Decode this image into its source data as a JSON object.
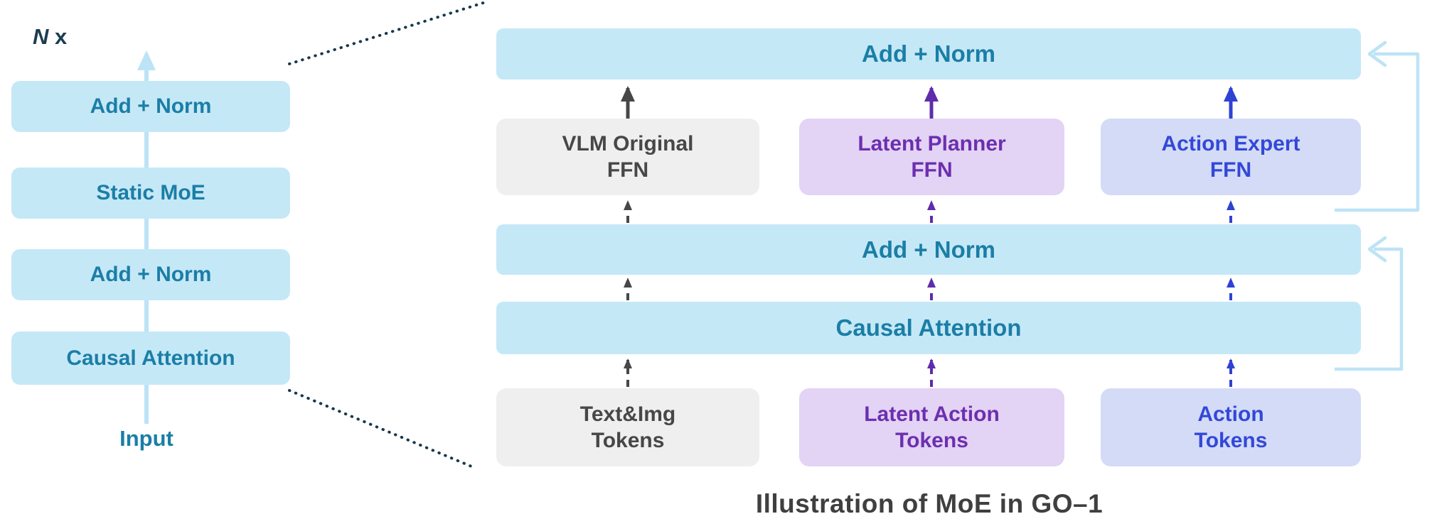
{
  "colors": {
    "box_blue": "#C5E8F7",
    "teal_text": "#1B7EA6",
    "gray_box": "#EFEFEF",
    "gray_text": "#474747",
    "purple_box": "#E3D3F4",
    "purple_text": "#6C2FB0",
    "lavender_box": "#D4DBF7",
    "blue_text": "#3348D8",
    "residual_line": "#BDE3F6",
    "dotted_line": "#17384D"
  },
  "left_stack": {
    "repeat_label": {
      "n": "N",
      "x": "x"
    },
    "boxes": [
      {
        "label": "Add + Norm"
      },
      {
        "label": "Static MoE"
      },
      {
        "label": "Add + Norm"
      },
      {
        "label": "Causal Attention"
      }
    ],
    "input_label": "Input"
  },
  "right_diagram": {
    "top_add_norm": "Add + Norm",
    "mid_add_norm": "Add + Norm",
    "causal_attention": "Causal Attention",
    "ffn_boxes": [
      {
        "label": "VLM Original\nFFN"
      },
      {
        "label": "Latent Planner\nFFN"
      },
      {
        "label": "Action Expert\nFFN"
      }
    ],
    "token_boxes": [
      {
        "label": "Text&Img\nTokens"
      },
      {
        "label": "Latent Action\nTokens"
      },
      {
        "label": "Action\nTokens"
      }
    ]
  },
  "caption": "Illustration of MoE in GO–1"
}
